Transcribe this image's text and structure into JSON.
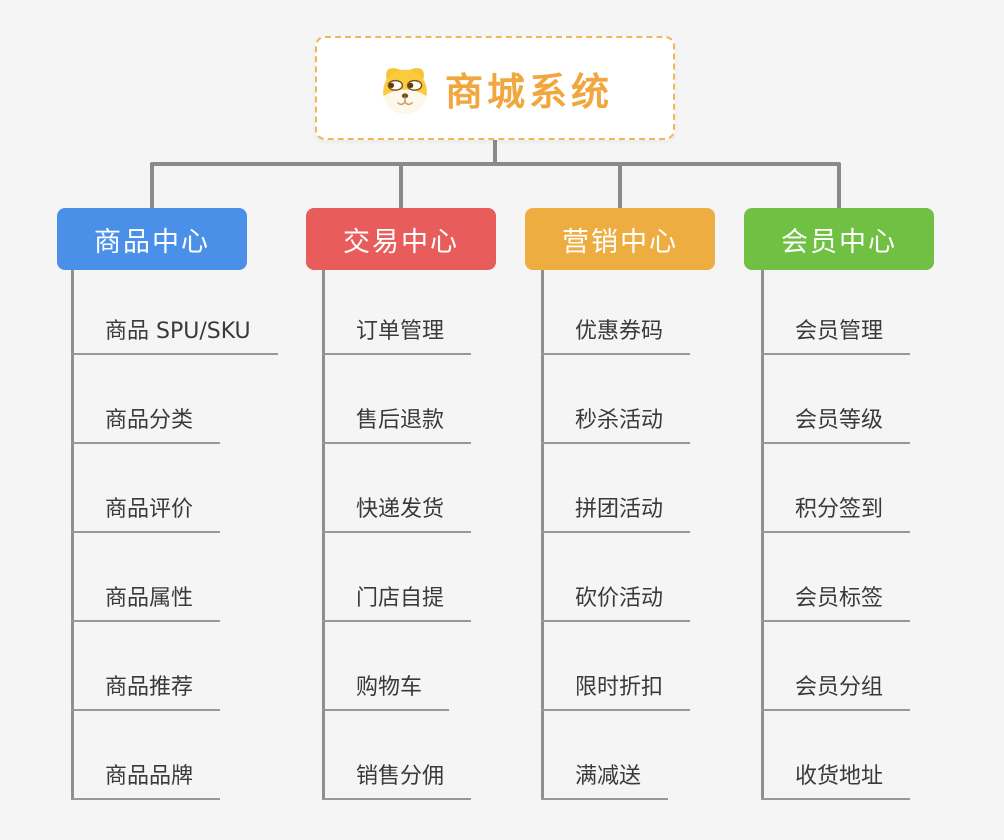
{
  "root": {
    "label": "商城系统",
    "icon": "dog-face-icon"
  },
  "branches": [
    {
      "label": "商品中心",
      "color": "#4B90E8",
      "items": [
        "商品 SPU/SKU",
        "商品分类",
        "商品评价",
        "商品属性",
        "商品推荐",
        "商品品牌"
      ]
    },
    {
      "label": "交易中心",
      "color": "#E85D5B",
      "items": [
        "订单管理",
        "售后退款",
        "快递发货",
        "门店自提",
        "购物车",
        "销售分佣"
      ]
    },
    {
      "label": "营销中心",
      "color": "#EDAD40",
      "items": [
        "优惠券码",
        "秒杀活动",
        "拼团活动",
        "砍价活动",
        "限时折扣",
        "满减送"
      ]
    },
    {
      "label": "会员中心",
      "color": "#70C043",
      "items": [
        "会员管理",
        "会员等级",
        "积分签到",
        "会员标签",
        "会员分组",
        "收货地址"
      ]
    }
  ],
  "colors": {
    "background": "#F5F5F5",
    "connector_line": "#8A8A8A",
    "leaf_underline": "#989898",
    "leaf_text": "#3A3A3A",
    "root_text": "#F2A63E",
    "root_border": "#F0B65A",
    "branch_text": "#FFFFFF"
  }
}
